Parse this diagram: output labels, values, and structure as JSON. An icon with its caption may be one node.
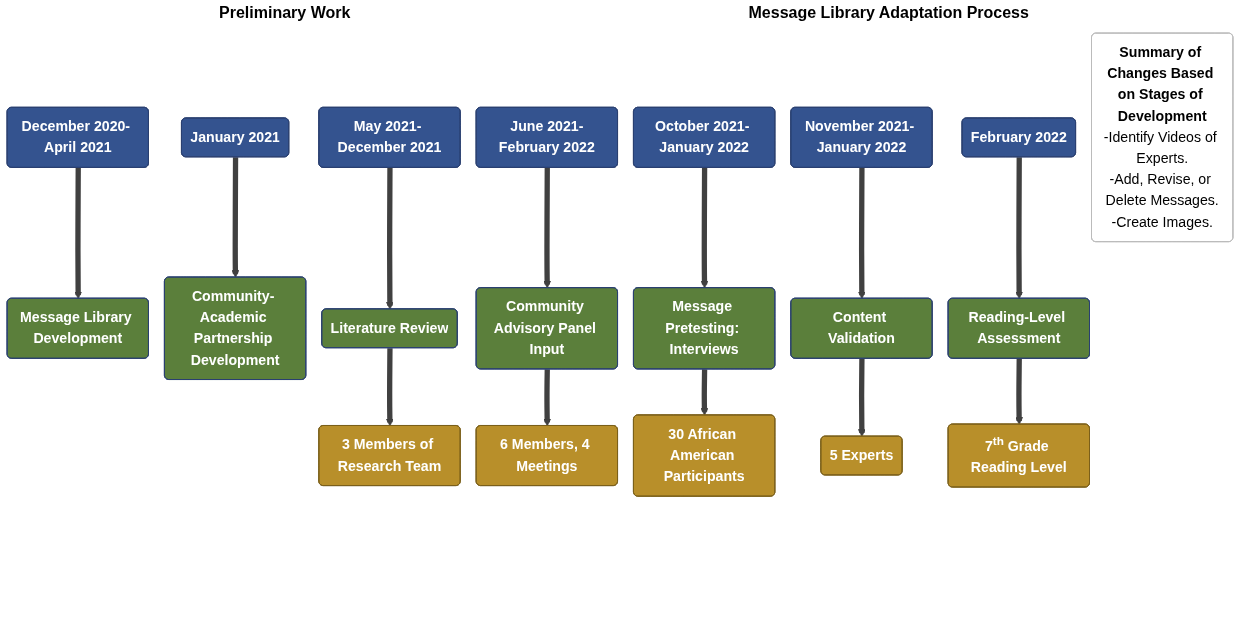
{
  "diagram": {
    "nodes": [
      {
        "text": [
          "December 2020- April 2021"
        ]
      },
      {
        "text": [
          "January 2021"
        ]
      },
      {
        "text": [
          "May 2021- December 2021"
        ]
      },
      {
        "text": [
          "June 2021-February 2022"
        ]
      },
      {
        "text": [
          "October 2021- January 2022"
        ]
      },
      {
        "text": [
          "November 2021- January 2022"
        ]
      },
      {
        "text": [
          "February 2022"
        ]
      },
      {
        "text": [
          "Message Library Development"
        ]
      },
      {
        "text": [
          "Community- Academic Partnership Development"
        ]
      },
      {
        "text": [
          "Literature Review"
        ]
      },
      {
        "text": [
          "Community Advisory Panel Input"
        ]
      },
      {
        "text": [
          "Message Pretesting: Interviews"
        ]
      },
      {
        "text": [
          "Content Validation"
        ]
      },
      {
        "text": [
          "Reading-Level Assessment"
        ]
      },
      {
        "text": [
          "3 Members of Research Team"
        ]
      },
      {
        "text": [
          "6 Members, 4 Meetings"
        ]
      },
      {
        "text": [
          "30 African American Participants"
        ]
      },
      {
        "text": [
          "5 Experts"
        ]
      },
      {
        "text": [
          "7$^{th}$ Grade Reading Level"
        ]
      },
      {
        "text": [
          "Summary of Changes Based on Stages of Development",
          "-Identify Videos of Experts.",
          "-Add, Revise, or Delete Messages.",
          "-Create Images."
        ]
      }
    ],
    "edges": [
      {
        "from": 0,
        "to": 7,
        "arrow": "to"
      },
      {
        "from": 1,
        "to": 8,
        "arrow": "to"
      },
      {
        "from": 2,
        "to": 9,
        "arrow": "to"
      },
      {
        "from": 3,
        "to": 10,
        "arrow": "to"
      },
      {
        "from": 4,
        "to": 11,
        "arrow": "to"
      },
      {
        "from": 5,
        "to": 12,
        "arrow": "to"
      },
      {
        "from": 6,
        "to": 13,
        "arrow": "to"
      },
      {
        "from": 9,
        "to": 14,
        "arrow": "to"
      },
      {
        "from": 10,
        "to": 15,
        "arrow": "to"
      },
      {
        "from": 11,
        "to": 16,
        "arrow": "to"
      },
      {
        "from": 12,
        "to": 17,
        "arrow": "to"
      },
      {
        "from": 13,
        "to": 18,
        "arrow": "to"
      }
    ],
    "labels": [
      "Preliminary Work",
      "Message Library Adaptation Process"
    ]
  }
}
